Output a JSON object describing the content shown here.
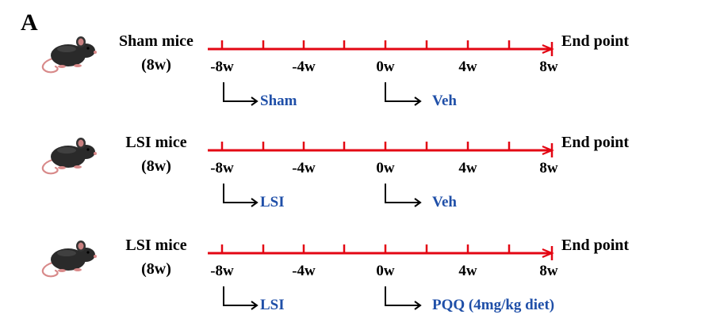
{
  "panel_label": "A",
  "colors": {
    "timeline": "#e30613",
    "treatment_text": "#1f4fa8",
    "text": "#000000"
  },
  "tick_labels": [
    "-8w",
    "-4w",
    "0w",
    "4w",
    "8w"
  ],
  "end_label": "End point",
  "rows": [
    {
      "group_line1": "Sham mice",
      "group_line2": "(8w)",
      "treatment_at_minus8": "Sham",
      "treatment_at_0": "Veh",
      "icon": "mouse-icon"
    },
    {
      "group_line1": "LSI mice",
      "group_line2": "(8w)",
      "treatment_at_minus8": "LSI",
      "treatment_at_0": "Veh",
      "icon": "mouse-icon"
    },
    {
      "group_line1": "LSI mice",
      "group_line2": "(8w)",
      "treatment_at_minus8": "LSI",
      "treatment_at_0": "PQQ (4mg/kg diet)",
      "icon": "mouse-icon"
    }
  ]
}
